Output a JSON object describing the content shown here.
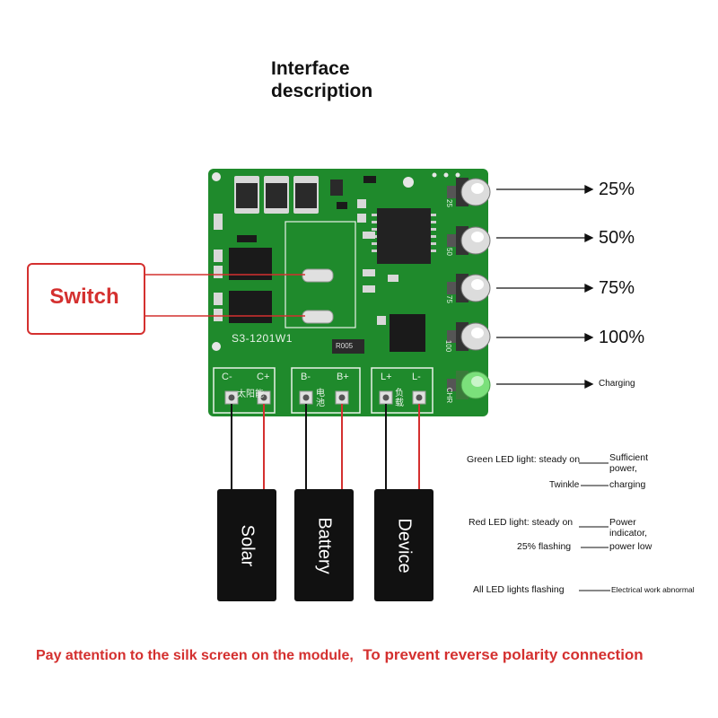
{
  "title_line1": "Interface",
  "title_line2": "description",
  "board": {
    "model": "S3-1201W1",
    "resistor": "R005",
    "terminals": [
      {
        "id": "solar",
        "neg": "C-",
        "pos": "C+",
        "cn": "太阳能"
      },
      {
        "id": "battery",
        "neg": "B-",
        "pos": "B+",
        "cn": "电池"
      },
      {
        "id": "load",
        "neg": "L+",
        "pos": "L-",
        "cn": "负载"
      }
    ],
    "led_silk": [
      "25",
      "50",
      "75",
      "100",
      "CHR"
    ]
  },
  "led_labels": [
    "25%",
    "50%",
    "75%",
    "100%",
    "Charging"
  ],
  "switch_label": "Switch",
  "devices": [
    "Solar",
    "Battery",
    "Device"
  ],
  "legend": {
    "green_steady": "Green LED light: steady on",
    "green_steady_meaning": [
      "Sufficient",
      "power,"
    ],
    "green_twinkle": "Twinkle",
    "green_twinkle_meaning": "charging",
    "red_steady": "Red LED light: steady on",
    "red_steady_meaning": [
      "Power",
      "indicator,"
    ],
    "red_flash": "25% flashing",
    "red_flash_meaning": "power low",
    "all_flash": "All LED lights flashing",
    "all_flash_meaning": "Electrical work abnormal"
  },
  "footer_part1": "Pay attention to the silk screen on the module,",
  "footer_part2": "To prevent reverse polarity connection",
  "colors": {
    "pcb": "#1f8a2c",
    "red": "#d4302f",
    "led_green": "#7be07b"
  }
}
